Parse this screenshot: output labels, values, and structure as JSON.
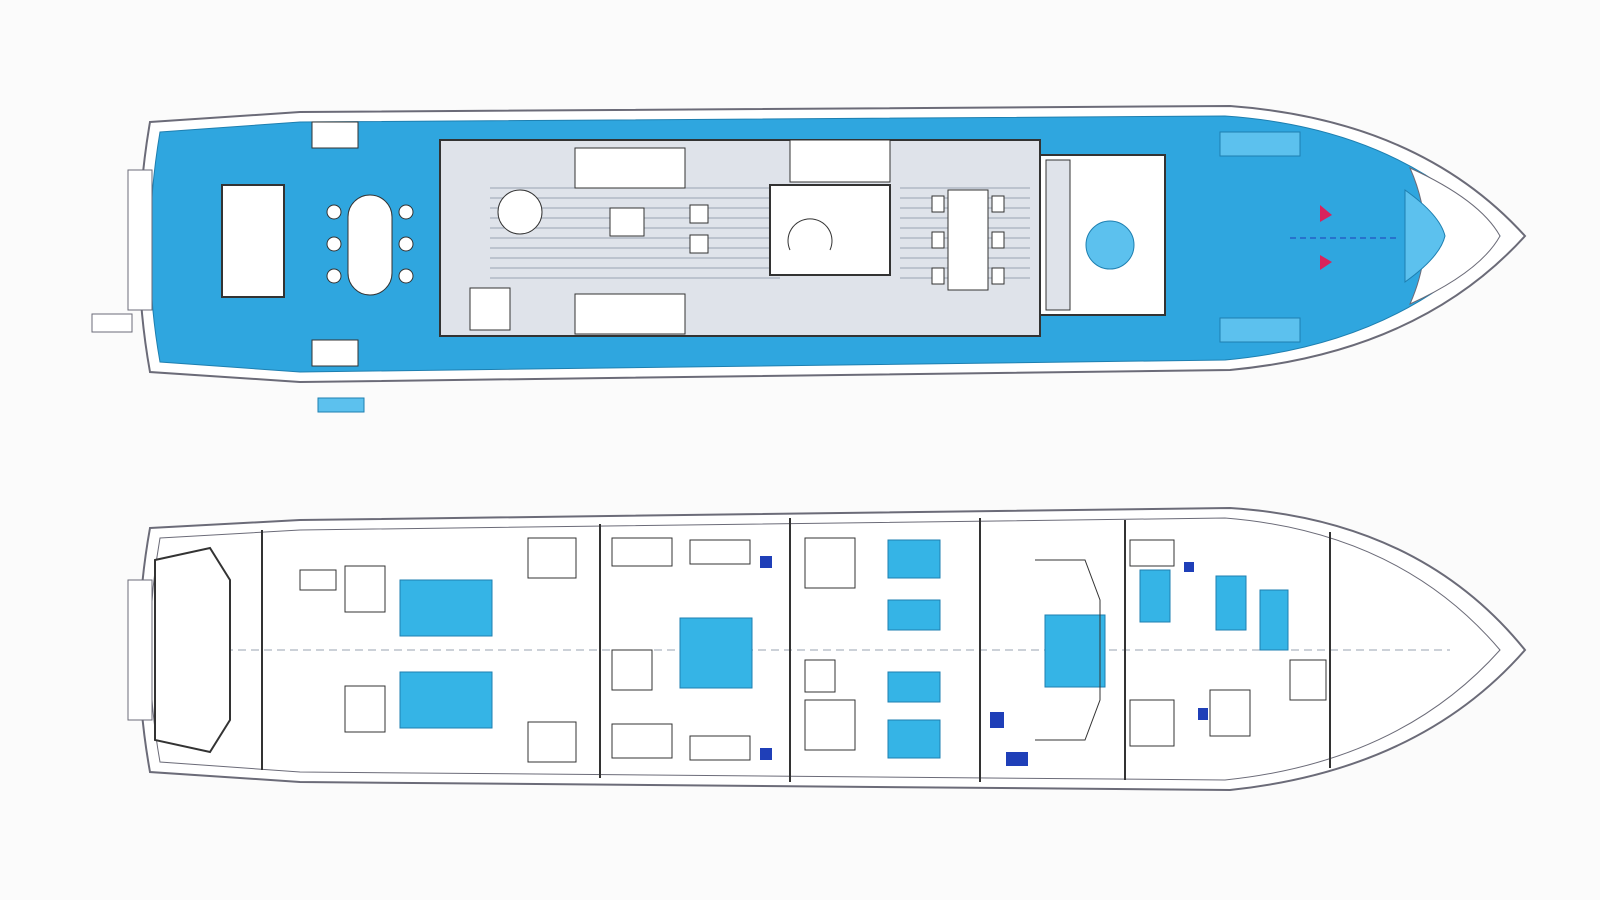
{
  "colors": {
    "background": "#fbfbfb",
    "deck_fill": "#2fa6df",
    "deck_fill_light": "#5cc1ee",
    "hull_outline": "#6b6b78",
    "interior_line": "#4a4a58",
    "furniture_fill": "#ffffff",
    "floor_fill": "#dfe3ea",
    "berth_fill": "#35b4e6",
    "accent_dark_blue": "#1f3fb8",
    "accent_red": "#d9235c"
  },
  "decks": [
    {
      "id": "upper",
      "style": "filled"
    },
    {
      "id": "lower",
      "style": "line"
    }
  ]
}
